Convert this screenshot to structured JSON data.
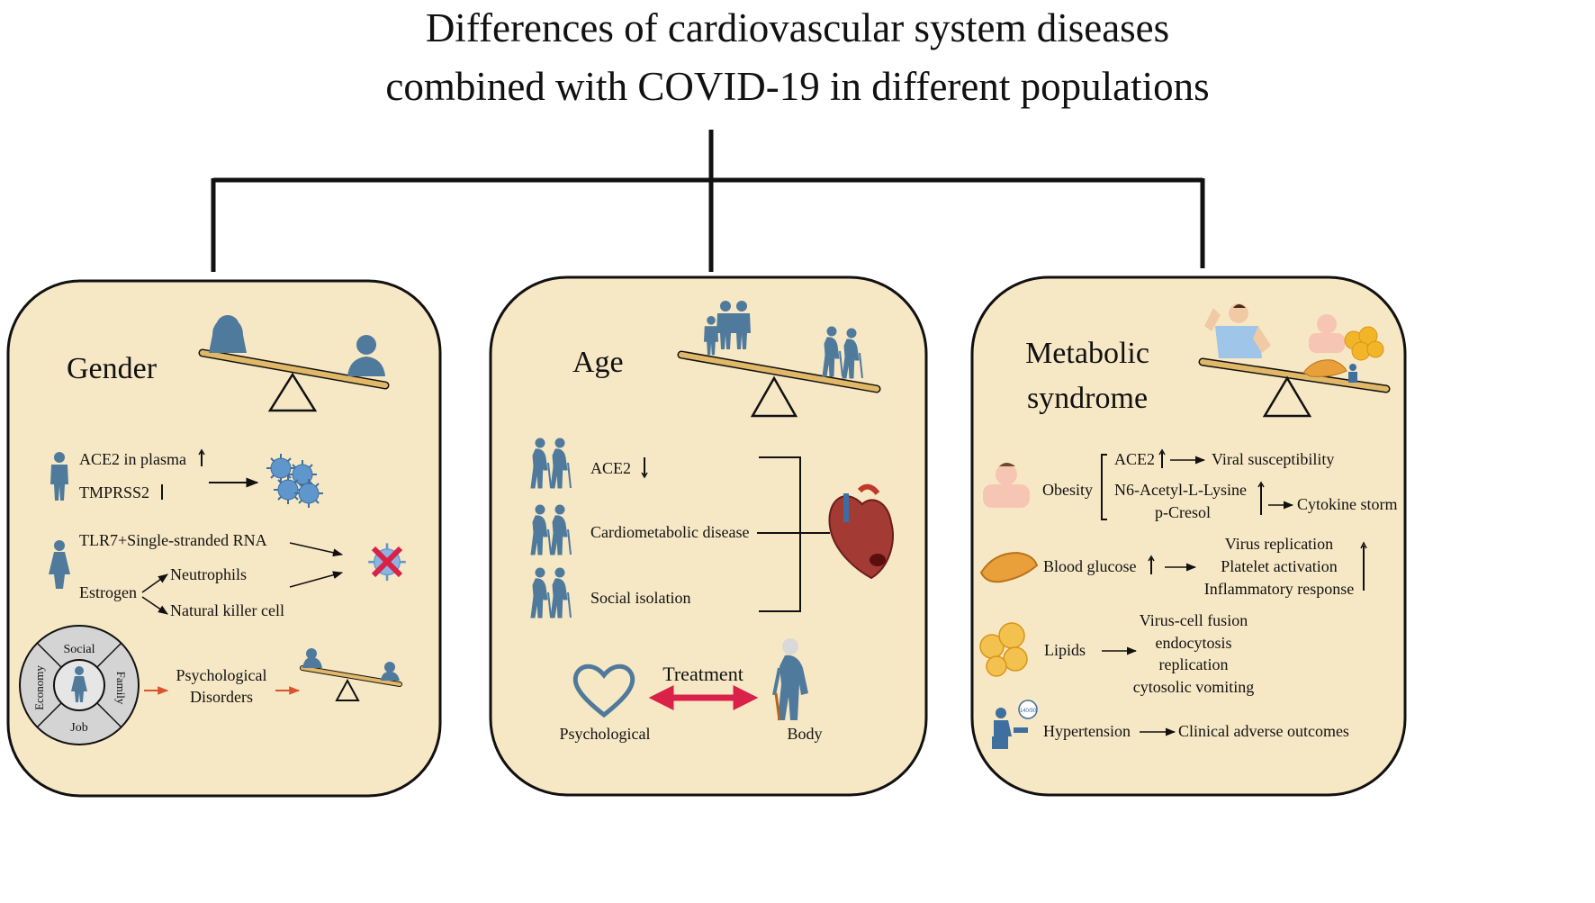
{
  "title": {
    "line1": "Differences  of cardiovascular system diseases",
    "line2": "combined with COVID-19 in different populations"
  },
  "panels": {
    "gender": {
      "heading": "Gender",
      "ace2": "ACE2 in plasma",
      "tmprss2": "TMPRSS2",
      "tlr7": "TLR7+Single-stranded RNA",
      "estrogen": "Estrogen",
      "neutrophils": "Neutrophils",
      "nk": "Natural killer cell",
      "wheel": {
        "top": "Social",
        "right": "Family",
        "bottom": "Job",
        "left": "Economy"
      },
      "psych_line1": "Psychological",
      "psych_line2": "Disorders"
    },
    "age": {
      "heading": "Age",
      "ace2": "ACE2",
      "cardio": "Cardiometabolic disease",
      "social": "Social isolation",
      "treatment": "Treatment",
      "psychological": "Psychological",
      "body": "Body"
    },
    "metabolic": {
      "heading_line1": "Metabolic",
      "heading_line2": "syndrome",
      "obesity": "Obesity",
      "ace2": "ACE2",
      "viral": "Viral susceptibility",
      "n6": "N6-Acetyl-L-Lysine",
      "pcresol": "p-Cresol",
      "cytokine": "Cytokine storm",
      "glucose": "Blood glucose",
      "virus_rep": "Virus replication",
      "platelet": "Platelet activation",
      "inflam": "Inflammatory response",
      "lipids": "Lipids",
      "fusion": "Virus-cell fusion",
      "endo": "endocytosis",
      "replication": "replication",
      "cytosolic": "cytosolic vomiting",
      "hypertension": "Hypertension",
      "clinical": "Clinical adverse outcomes",
      "bp_reading": "140/90"
    }
  },
  "colors": {
    "panel_fill": "#f7e8c5",
    "beam": "#e0b867",
    "person": "#4f7a9c",
    "red": "#d9214a",
    "orange_arrow": "#d9532f",
    "heart": "#9b2c2c",
    "virus": "#5f97cc"
  },
  "icons": [
    "person-icon",
    "virus-icon",
    "heart-organ-icon",
    "elderly-icon",
    "pancreas-icon",
    "fat-cells-icon",
    "hypertension-icon",
    "heart-outline-icon"
  ]
}
